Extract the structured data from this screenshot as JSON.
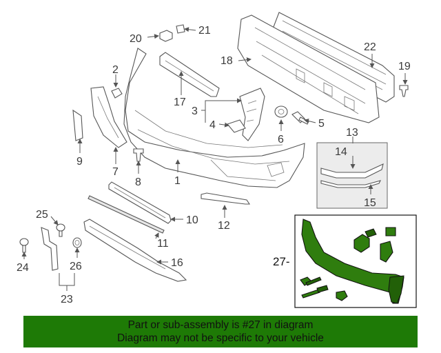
{
  "callouts": {
    "n1": "1",
    "n2": "2",
    "n3": "3",
    "n4": "4",
    "n5": "5",
    "n6": "6",
    "n7": "7",
    "n8": "8",
    "n9": "9",
    "n10": "10",
    "n11": "11",
    "n12": "12",
    "n13": "13",
    "n14": "14",
    "n15": "15",
    "n16": "16",
    "n17": "17",
    "n18": "18",
    "n19": "19",
    "n20": "20",
    "n21": "21",
    "n22": "22",
    "n23": "23",
    "n24": "24",
    "n25": "25",
    "n26": "26",
    "n27": "27-"
  },
  "footer": {
    "line1": "Part or sub-assembly is #27 in diagram",
    "line2": "Diagram may not be specific to your vehicle"
  },
  "colors": {
    "highlight_green": "#2f7d0e",
    "banner_green": "#1e7a06"
  }
}
